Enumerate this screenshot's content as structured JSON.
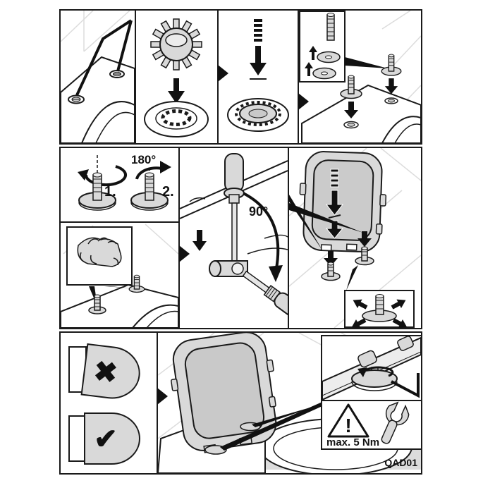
{
  "diagram": {
    "code": "QAD01",
    "panel_labels": {
      "rotate_step_1": "1.",
      "rotate_step_2": "2.",
      "rotate_angle": "180°",
      "fold_angle": "90°",
      "torque_limit": "max. 5 Nm",
      "wrong_symbol": "✖",
      "correct_symbol": "✔",
      "warning_symbol": "!"
    },
    "colors": {
      "line": "#1a1a1a",
      "part_fill": "#d9d9d9",
      "part_fill_dark": "#c9c9c9",
      "tile_line": "#dcdcdc",
      "shadow_band": "#dcdcdc",
      "background": "#ffffff"
    }
  }
}
